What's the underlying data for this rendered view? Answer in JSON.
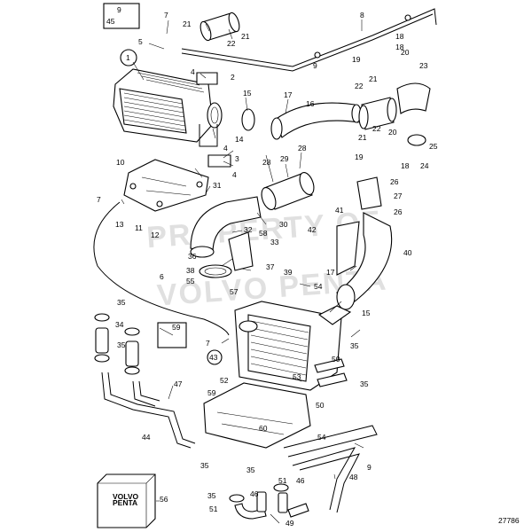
{
  "diagram": {
    "drawing_number": "27786",
    "watermark_lines": [
      "PROPERTY OF",
      "VOLVO PENTA"
    ],
    "box_56_text": [
      "VOLVO",
      "PENTA"
    ],
    "callouts": [
      {
        "id": "c9a",
        "label": "9"
      },
      {
        "id": "c45",
        "label": "45"
      },
      {
        "id": "c7a",
        "label": "7"
      },
      {
        "id": "c21a",
        "label": "21"
      },
      {
        "id": "c22a",
        "label": "22"
      },
      {
        "id": "c21b",
        "label": "21"
      },
      {
        "id": "c8",
        "label": "8"
      },
      {
        "id": "c18a",
        "label": "18"
      },
      {
        "id": "c18b",
        "label": "18"
      },
      {
        "id": "c5",
        "label": "5"
      },
      {
        "id": "c1",
        "label": "1"
      },
      {
        "id": "c4a",
        "label": "4"
      },
      {
        "id": "c2",
        "label": "2"
      },
      {
        "id": "c9b",
        "label": "9"
      },
      {
        "id": "c19a",
        "label": "19"
      },
      {
        "id": "c20a",
        "label": "20"
      },
      {
        "id": "c23",
        "label": "23"
      },
      {
        "id": "c15a",
        "label": "15"
      },
      {
        "id": "c17a",
        "label": "17"
      },
      {
        "id": "c16",
        "label": "16"
      },
      {
        "id": "c22b",
        "label": "22"
      },
      {
        "id": "c21c",
        "label": "21"
      },
      {
        "id": "c21d",
        "label": "21"
      },
      {
        "id": "c22c",
        "label": "22"
      },
      {
        "id": "c20b",
        "label": "20"
      },
      {
        "id": "c25",
        "label": "25"
      },
      {
        "id": "c19b",
        "label": "19"
      },
      {
        "id": "c18c",
        "label": "18"
      },
      {
        "id": "c24",
        "label": "24"
      },
      {
        "id": "c14",
        "label": "14"
      },
      {
        "id": "c4b",
        "label": "4"
      },
      {
        "id": "c3",
        "label": "3"
      },
      {
        "id": "c4c",
        "label": "4"
      },
      {
        "id": "c28a",
        "label": "28"
      },
      {
        "id": "c28b",
        "label": "28"
      },
      {
        "id": "c29",
        "label": "29"
      },
      {
        "id": "c10",
        "label": "10"
      },
      {
        "id": "c31",
        "label": "31"
      },
      {
        "id": "c26a",
        "label": "26"
      },
      {
        "id": "c27",
        "label": "27"
      },
      {
        "id": "c26b",
        "label": "26"
      },
      {
        "id": "c7b",
        "label": "7"
      },
      {
        "id": "c13",
        "label": "13"
      },
      {
        "id": "c11",
        "label": "11"
      },
      {
        "id": "c12",
        "label": "12"
      },
      {
        "id": "c41",
        "label": "41"
      },
      {
        "id": "c30",
        "label": "30"
      },
      {
        "id": "c42",
        "label": "42"
      },
      {
        "id": "c32",
        "label": "32"
      },
      {
        "id": "c58",
        "label": "58"
      },
      {
        "id": "c33",
        "label": "33"
      },
      {
        "id": "c40",
        "label": "40"
      },
      {
        "id": "c36",
        "label": "36"
      },
      {
        "id": "c37",
        "label": "37"
      },
      {
        "id": "c38",
        "label": "38"
      },
      {
        "id": "c39",
        "label": "39"
      },
      {
        "id": "c17b",
        "label": "17"
      },
      {
        "id": "c6",
        "label": "6"
      },
      {
        "id": "c55",
        "label": "55"
      },
      {
        "id": "c57",
        "label": "57"
      },
      {
        "id": "c54a",
        "label": "54"
      },
      {
        "id": "c15b",
        "label": "15"
      },
      {
        "id": "c35a",
        "label": "35"
      },
      {
        "id": "c34",
        "label": "34"
      },
      {
        "id": "c35b",
        "label": "35"
      },
      {
        "id": "c59a",
        "label": "59"
      },
      {
        "id": "c7c",
        "label": "7"
      },
      {
        "id": "c43",
        "label": "43"
      },
      {
        "id": "c35c",
        "label": "35"
      },
      {
        "id": "c50a",
        "label": "50"
      },
      {
        "id": "c53",
        "label": "53"
      },
      {
        "id": "c35d",
        "label": "35"
      },
      {
        "id": "c52",
        "label": "52"
      },
      {
        "id": "c47",
        "label": "47"
      },
      {
        "id": "c59b",
        "label": "59"
      },
      {
        "id": "c50b",
        "label": "50"
      },
      {
        "id": "c44",
        "label": "44"
      },
      {
        "id": "c60",
        "label": "60"
      },
      {
        "id": "c35e",
        "label": "35"
      },
      {
        "id": "c54b",
        "label": "54"
      },
      {
        "id": "c9c",
        "label": "9"
      },
      {
        "id": "c35f",
        "label": "35"
      },
      {
        "id": "c48",
        "label": "48"
      },
      {
        "id": "c51a",
        "label": "51"
      },
      {
        "id": "c46a",
        "label": "46"
      },
      {
        "id": "c56",
        "label": "56"
      },
      {
        "id": "c35g",
        "label": "35"
      },
      {
        "id": "c46b",
        "label": "46"
      },
      {
        "id": "c51b",
        "label": "51"
      },
      {
        "id": "c49",
        "label": "49"
      }
    ]
  }
}
